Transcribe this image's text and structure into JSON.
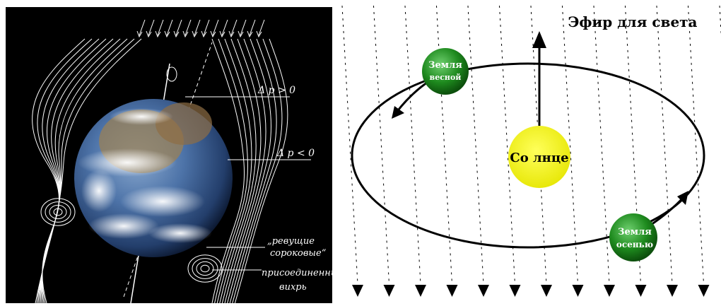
{
  "left_figure": {
    "label_dp_pos": "Δ p > 0",
    "label_dp_neg": "Δ p < 0",
    "label_roaring_line1": "„ревущие",
    "label_roaring_line2": "сороковые“",
    "label_vortex_line1": "присоединенный",
    "label_vortex_line2": "вихрь",
    "colors": {
      "background": "#000000",
      "lines": "#ffffff",
      "ocean": "#3a5f96",
      "cloud": "#f2f2f2"
    }
  },
  "right_figure": {
    "title": "Эфир для света",
    "sun_label": "Со лнце",
    "earth_spring_line1": "Земля",
    "earth_spring_line2": "весной",
    "earth_autumn_line1": "Земля",
    "earth_autumn_line2": "осенью",
    "colors": {
      "sun": "#f2f21a",
      "earth": "#1e8a1e",
      "orbit": "#000000",
      "aether_lines": "#000000"
    }
  }
}
